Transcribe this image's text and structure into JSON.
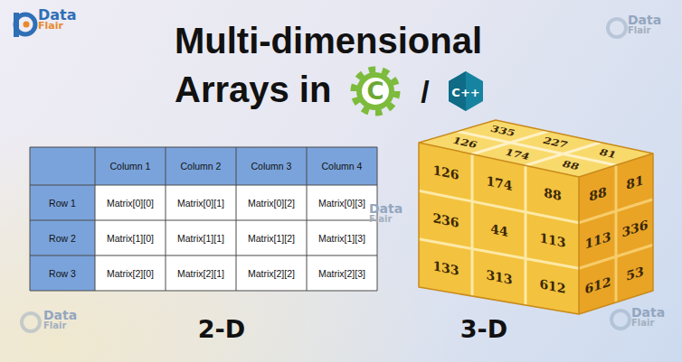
{
  "diagram": {
    "title": "Multi-dimensional Arrays in",
    "labels": [
      "Data Flair",
      "C",
      "/",
      "C++",
      "Data Flair",
      "Column 1",
      "Column 2",
      "Column 3",
      "Column 4",
      "Row 1",
      "Matrix[0][0]",
      "Matrix[0][1]",
      "Matrix[0][2]",
      "Matrix[0][3]",
      "Row 2",
      "Matrix[1][0]",
      "Matrix[1][1]",
      "Matrix[1][2]",
      "Matrix[1][3]",
      "Row 3",
      "Matrix[2][0]",
      "Matrix[2][1]",
      "Matrix[2][2]",
      "Matrix[2][3]",
      "Data Flair",
      "335",
      "227",
      "81",
      "126",
      "174",
      "88",
      "126",
      "174",
      "88",
      "236",
      "44",
      "113",
      "133",
      "313",
      "612",
      "88",
      "81",
      "113",
      "336",
      "612",
      "53",
      "Data Flair",
      "2-D",
      "3-D",
      "Data Flair"
    ]
  }
}
